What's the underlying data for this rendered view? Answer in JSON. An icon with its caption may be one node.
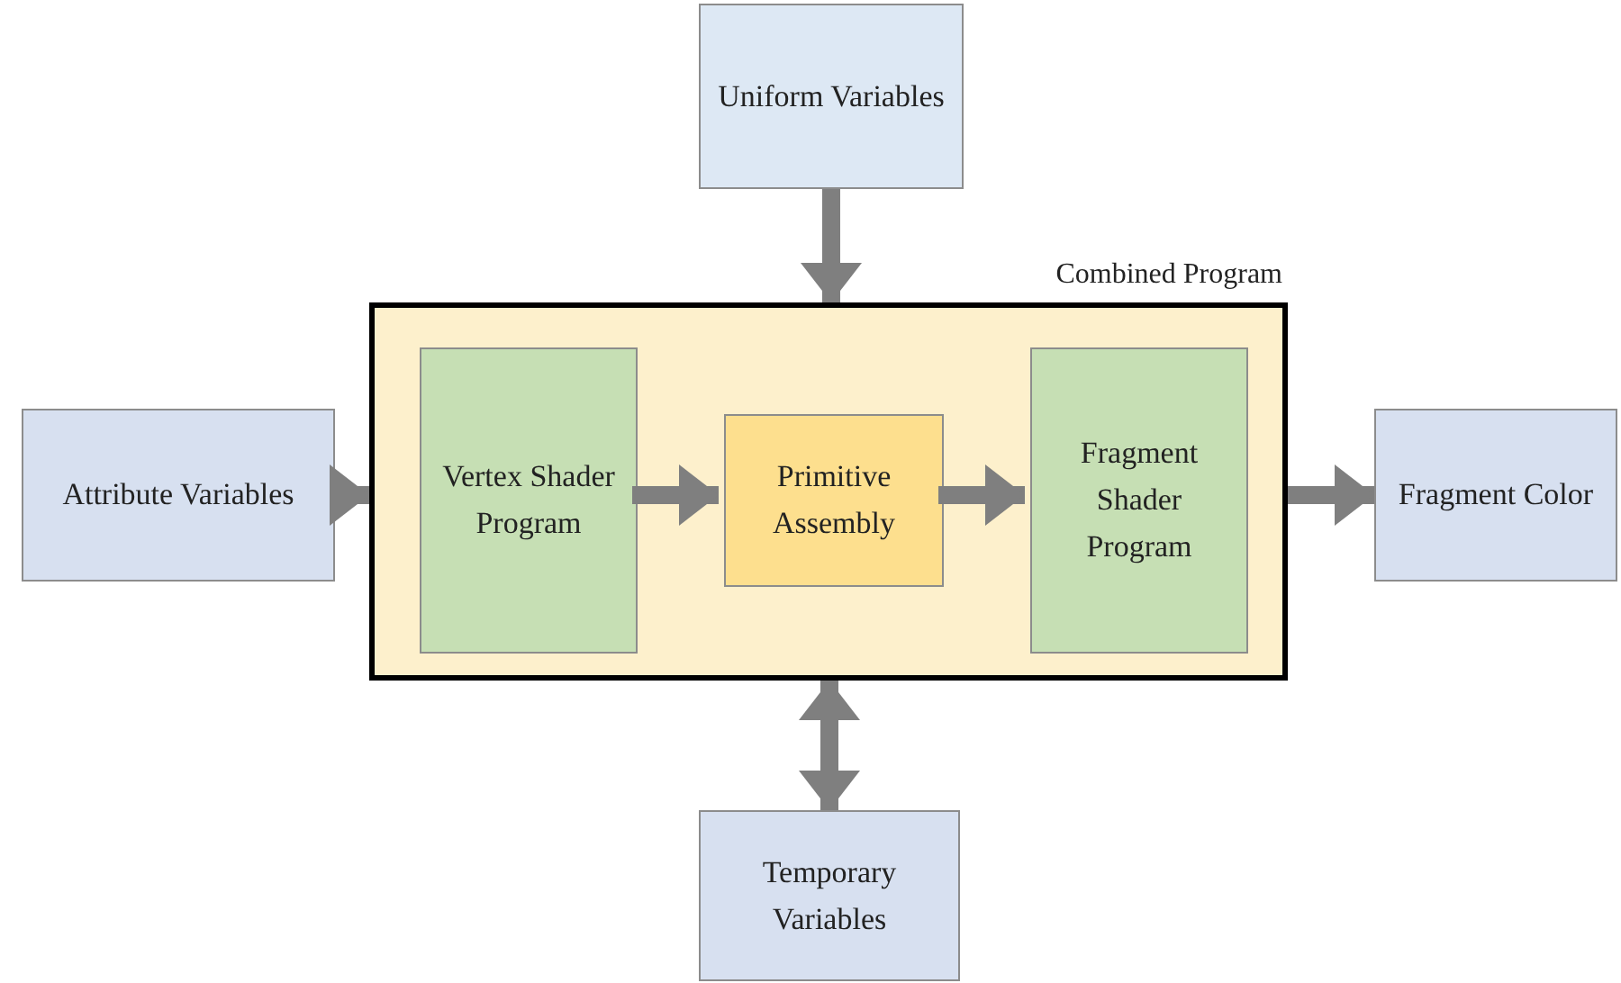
{
  "diagram": {
    "nodes": [
      {
        "text": [
          "Uniform Variables"
        ]
      },
      {
        "text": [
          "Attribute Variables"
        ]
      },
      {
        "text": [
          "Combined Program"
        ]
      },
      {
        "text": [
          "Vertex Shader Program"
        ],
        "in": 2
      },
      {
        "text": [
          "Primitive Assembly"
        ],
        "in": 2
      },
      {
        "text": [
          "Fragment Shader Program"
        ],
        "in": 2
      },
      {
        "text": [
          "Fragment Color"
        ]
      },
      {
        "text": [
          "Temporary Variables"
        ]
      }
    ],
    "edges": [
      {
        "from": 0,
        "to": 2,
        "arrow": "to"
      },
      {
        "from": 1,
        "to": 2,
        "arrow": "to"
      },
      {
        "from": 3,
        "to": 4,
        "arrow": "to"
      },
      {
        "from": 4,
        "to": 5,
        "arrow": "to"
      },
      {
        "from": 2,
        "to": 6,
        "arrow": "to"
      },
      {
        "from": 2,
        "to": 7,
        "arrow": "both"
      }
    ]
  }
}
